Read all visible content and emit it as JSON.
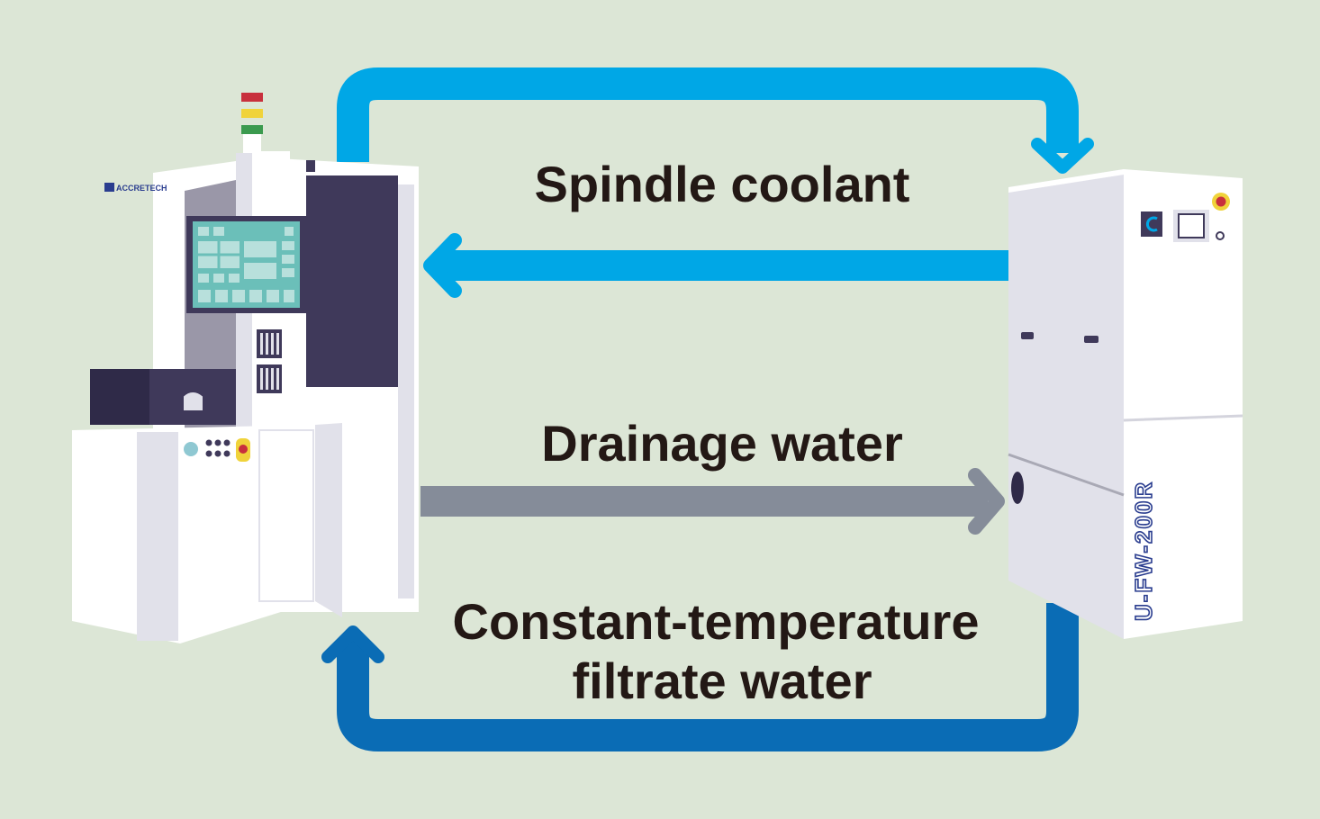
{
  "labels": {
    "spindle_coolant": "Spindle coolant",
    "drainage_water": "Drainage water",
    "filtrate_line1": "Constant-temperature",
    "filtrate_line2": "filtrate water"
  },
  "machine_left": {
    "brand": "ACCRETECH"
  },
  "machine_right": {
    "model": "U-FW-200R"
  },
  "colors": {
    "background": "#dce6d6",
    "spindle_coolant_flow": "#00a7e6",
    "filtrate_flow": "#0a6cb5",
    "drainage_flow": "#858c99",
    "machine_body": "#ffffff",
    "machine_shade": "#e1e1ea",
    "dark_panel": "#3f395a",
    "screen": "#6bbfb9",
    "model_text": "#2a3d8f"
  }
}
